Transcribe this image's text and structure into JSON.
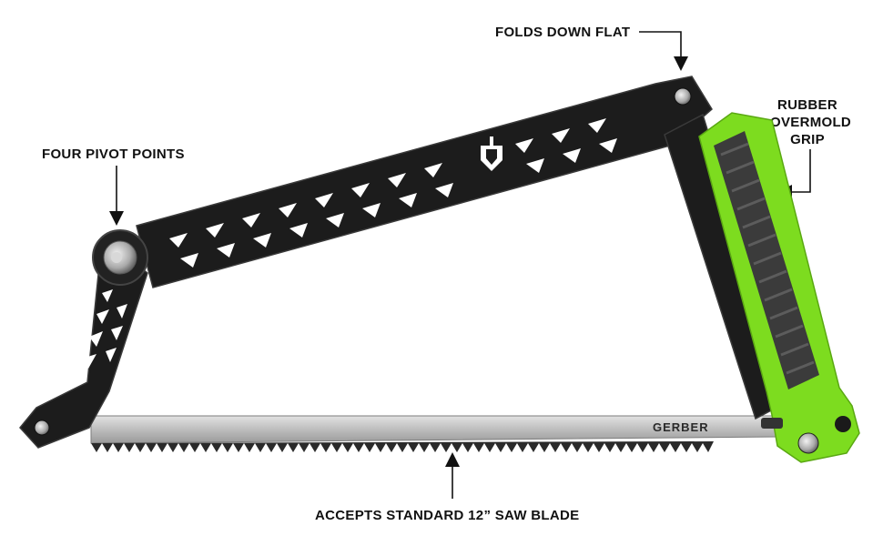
{
  "callouts": {
    "pivot": "FOUR PIVOT POINTS",
    "folds": "FOLDS DOWN FLAT",
    "grip_line1": "RUBBER",
    "grip_line2": "OVERMOLD",
    "grip_line3": "GRIP",
    "blade": "ACCEPTS STANDARD 12” SAW BLADE"
  },
  "product": {
    "blade_brand": "GERBER"
  },
  "colors": {
    "frame": "#1c1c1c",
    "frame_edge": "#3a3a3a",
    "accent_green": "#7ddc1f",
    "grip_dark": "#3b3b3b",
    "blade": "#c9c9c9"
  },
  "icons": {
    "logo": "gerber-shield-icon",
    "pivot": "pivot-bolt-icon"
  }
}
